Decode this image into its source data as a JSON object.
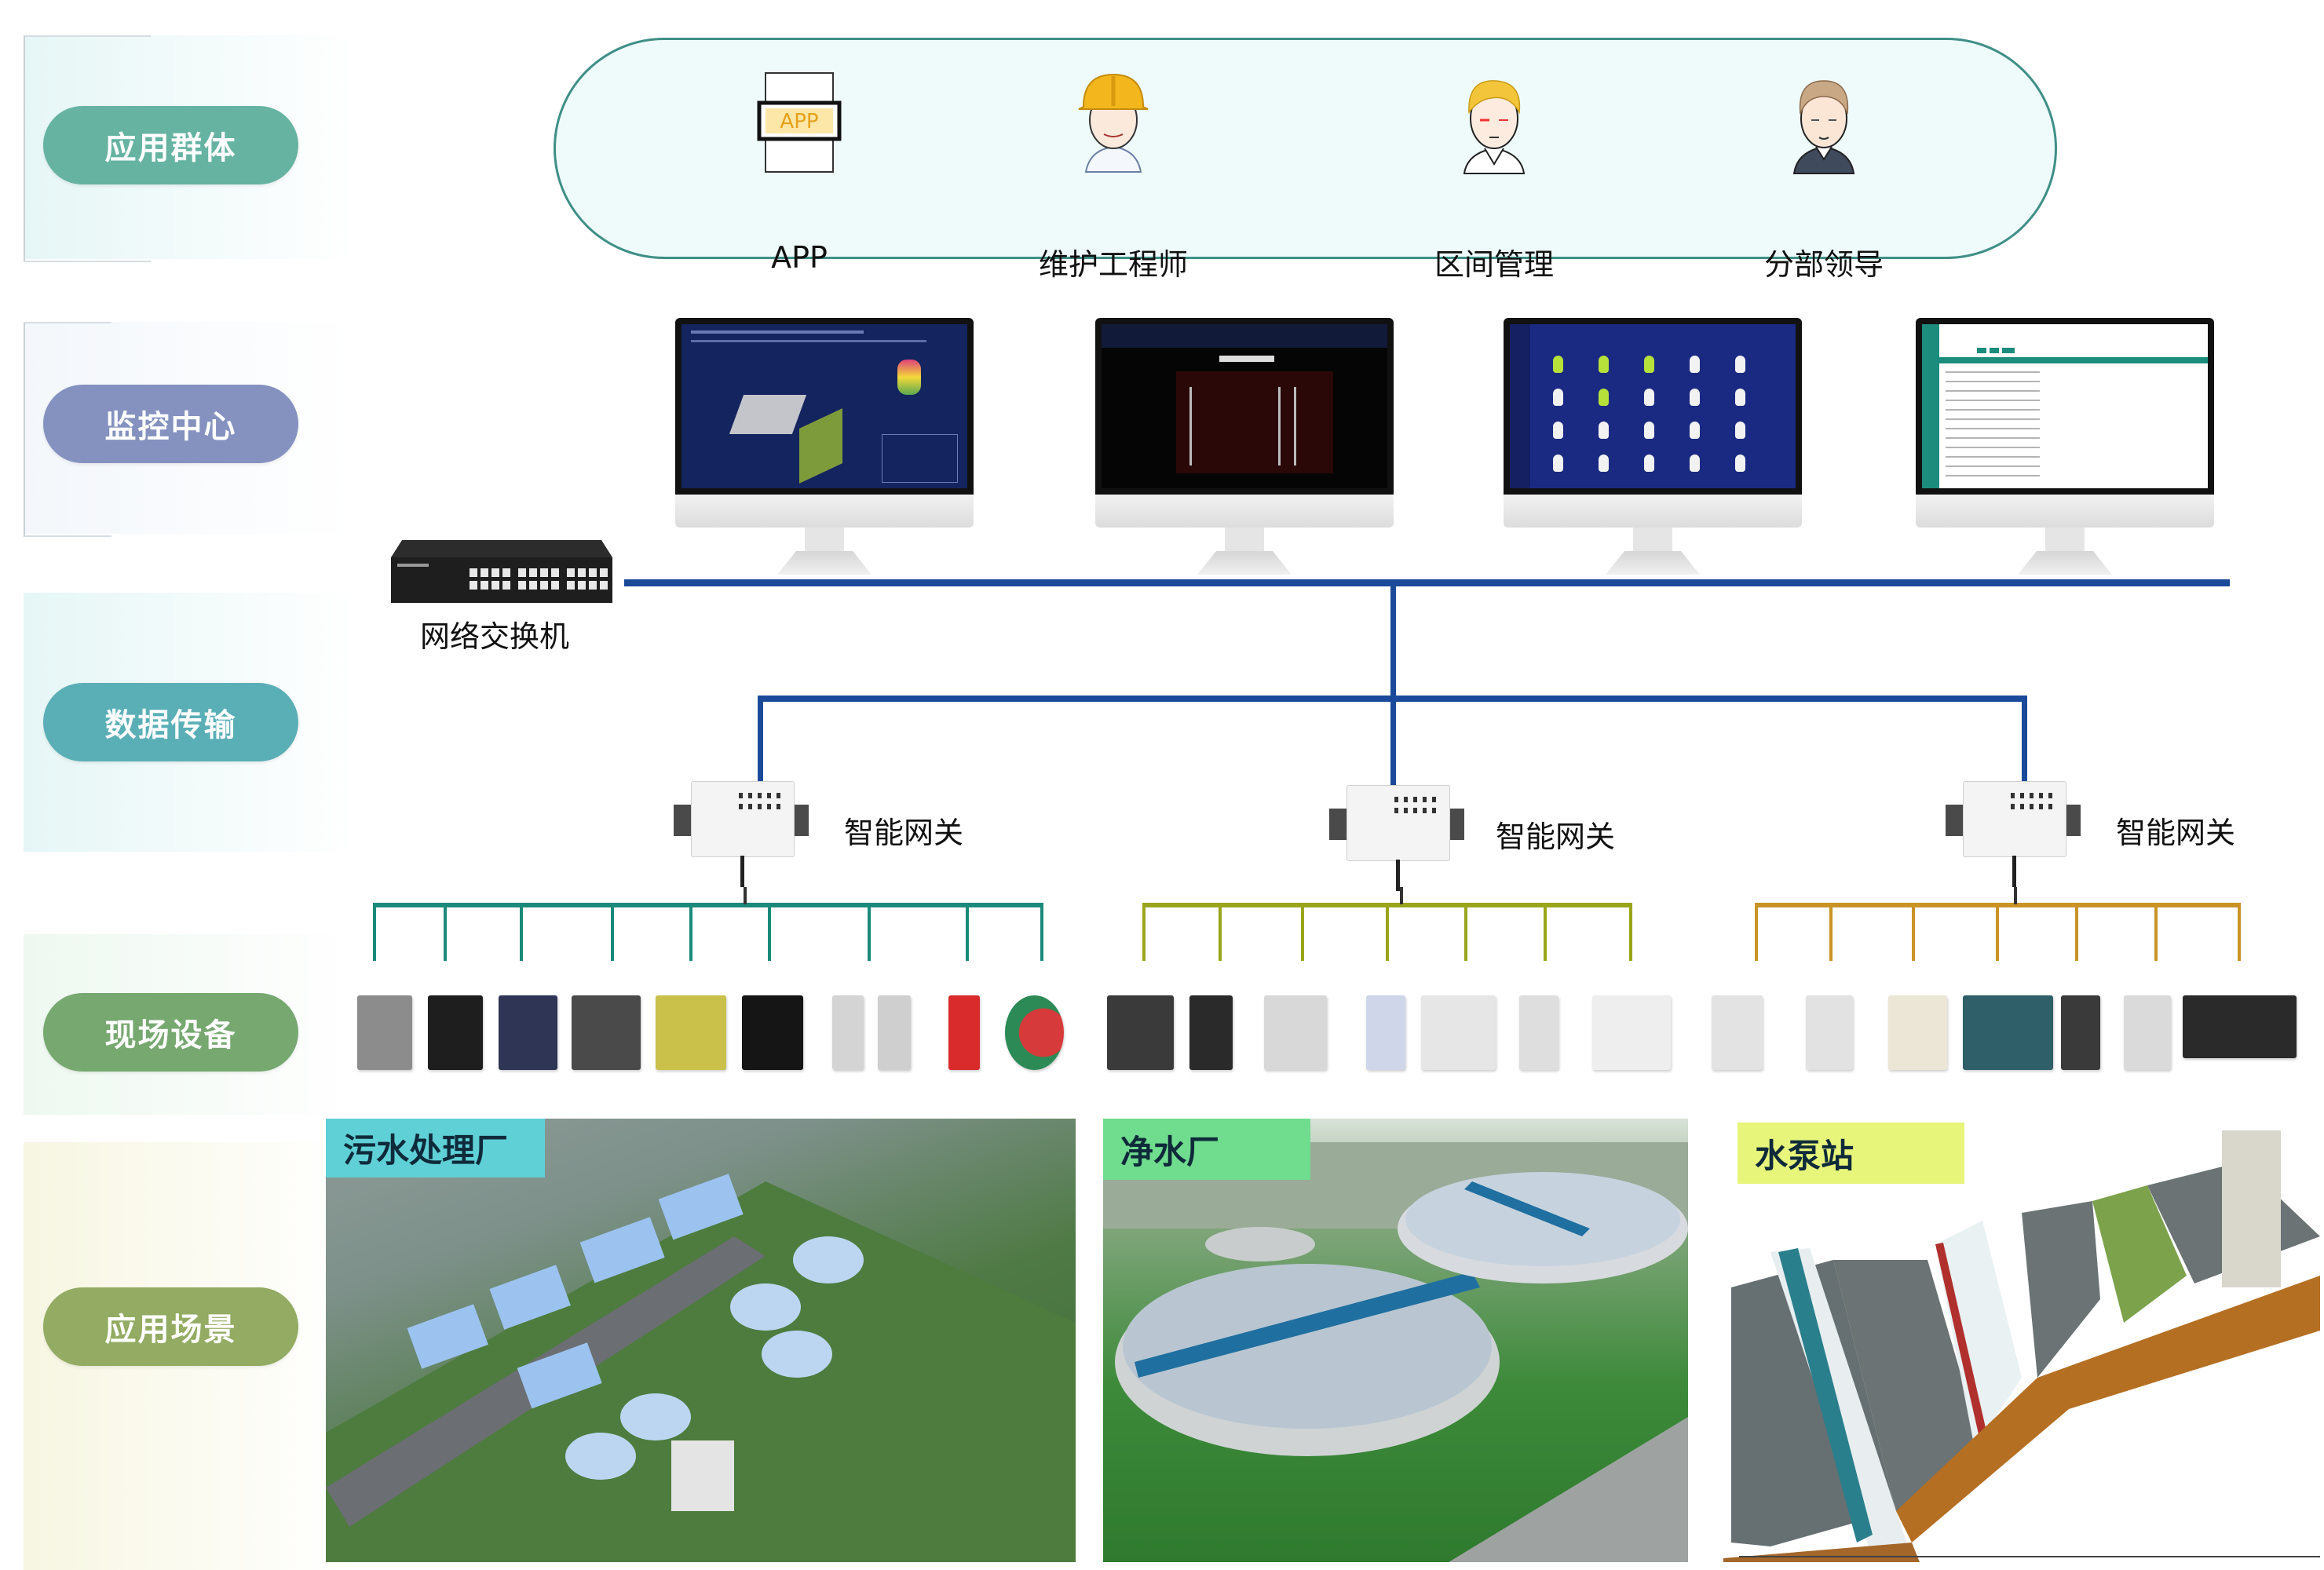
{
  "layers": [
    {
      "key": "app_users",
      "label": "应用群体",
      "color": "#66b3a2"
    },
    {
      "key": "monitor_center",
      "label": "监控中心",
      "color": "#8592c0"
    },
    {
      "key": "data_transfer",
      "label": "数据传输",
      "color": "#5aafb6"
    },
    {
      "key": "field_devices",
      "label": "现场设备",
      "color": "#76a870"
    },
    {
      "key": "application_scenes",
      "label": "应用场景",
      "color": "#93ab62"
    }
  ],
  "users": [
    {
      "label": "APP",
      "icon": "app-phone-icon"
    },
    {
      "label": "维护工程师",
      "icon": "engineer-helmet-icon"
    },
    {
      "label": "区间管理",
      "icon": "manager-avatar-icon"
    },
    {
      "label": "分部领导",
      "icon": "leader-avatar-icon"
    }
  ],
  "monitors": [
    {
      "name": "3d-dashboard-screen",
      "theme": "dark-blue"
    },
    {
      "name": "video-surveillance-screen",
      "theme": "black"
    },
    {
      "name": "device-status-grid-screen",
      "theme": "dark-blue"
    },
    {
      "name": "data-table-screen",
      "theme": "white-teal"
    }
  ],
  "network": {
    "switch_label": "网络交换机",
    "bus_color": "#1b4a9a",
    "gateways": [
      {
        "label": "智能网关",
        "bus_color": "#1a8a7a"
      },
      {
        "label": "智能网关",
        "bus_color": "#9aa51c"
      },
      {
        "label": "智能网关",
        "bus_color": "#c99325"
      }
    ]
  },
  "device_groups": [
    {
      "count": 9,
      "devices": [
        "protection-relay",
        "controller-panel",
        "monitoring-unit",
        "meter-box",
        "generator-set",
        "cabinet",
        "sensor-panel-a",
        "sensor-panel-b",
        "fire-pump",
        "exhaust-fan"
      ]
    },
    {
      "count": 7,
      "devices": [
        "power-meter-a",
        "power-meter-b",
        "io-module",
        "liquid-level-sensor",
        "plc-module",
        "terminal-module",
        "light-pole"
      ]
    },
    {
      "count": 7,
      "devices": [
        "wireless-sensor",
        "smart-meter",
        "rtu-module",
        "plc-rack",
        "remote-terminal",
        "display-module",
        "camera-feed"
      ]
    }
  ],
  "scenes": [
    {
      "label": "污水处理厂",
      "tag_color": "#5fd0d6"
    },
    {
      "label": "净水厂",
      "tag_color": "#6fdc8e"
    },
    {
      "label": "水泵站",
      "tag_color": "#e7f57a"
    }
  ]
}
